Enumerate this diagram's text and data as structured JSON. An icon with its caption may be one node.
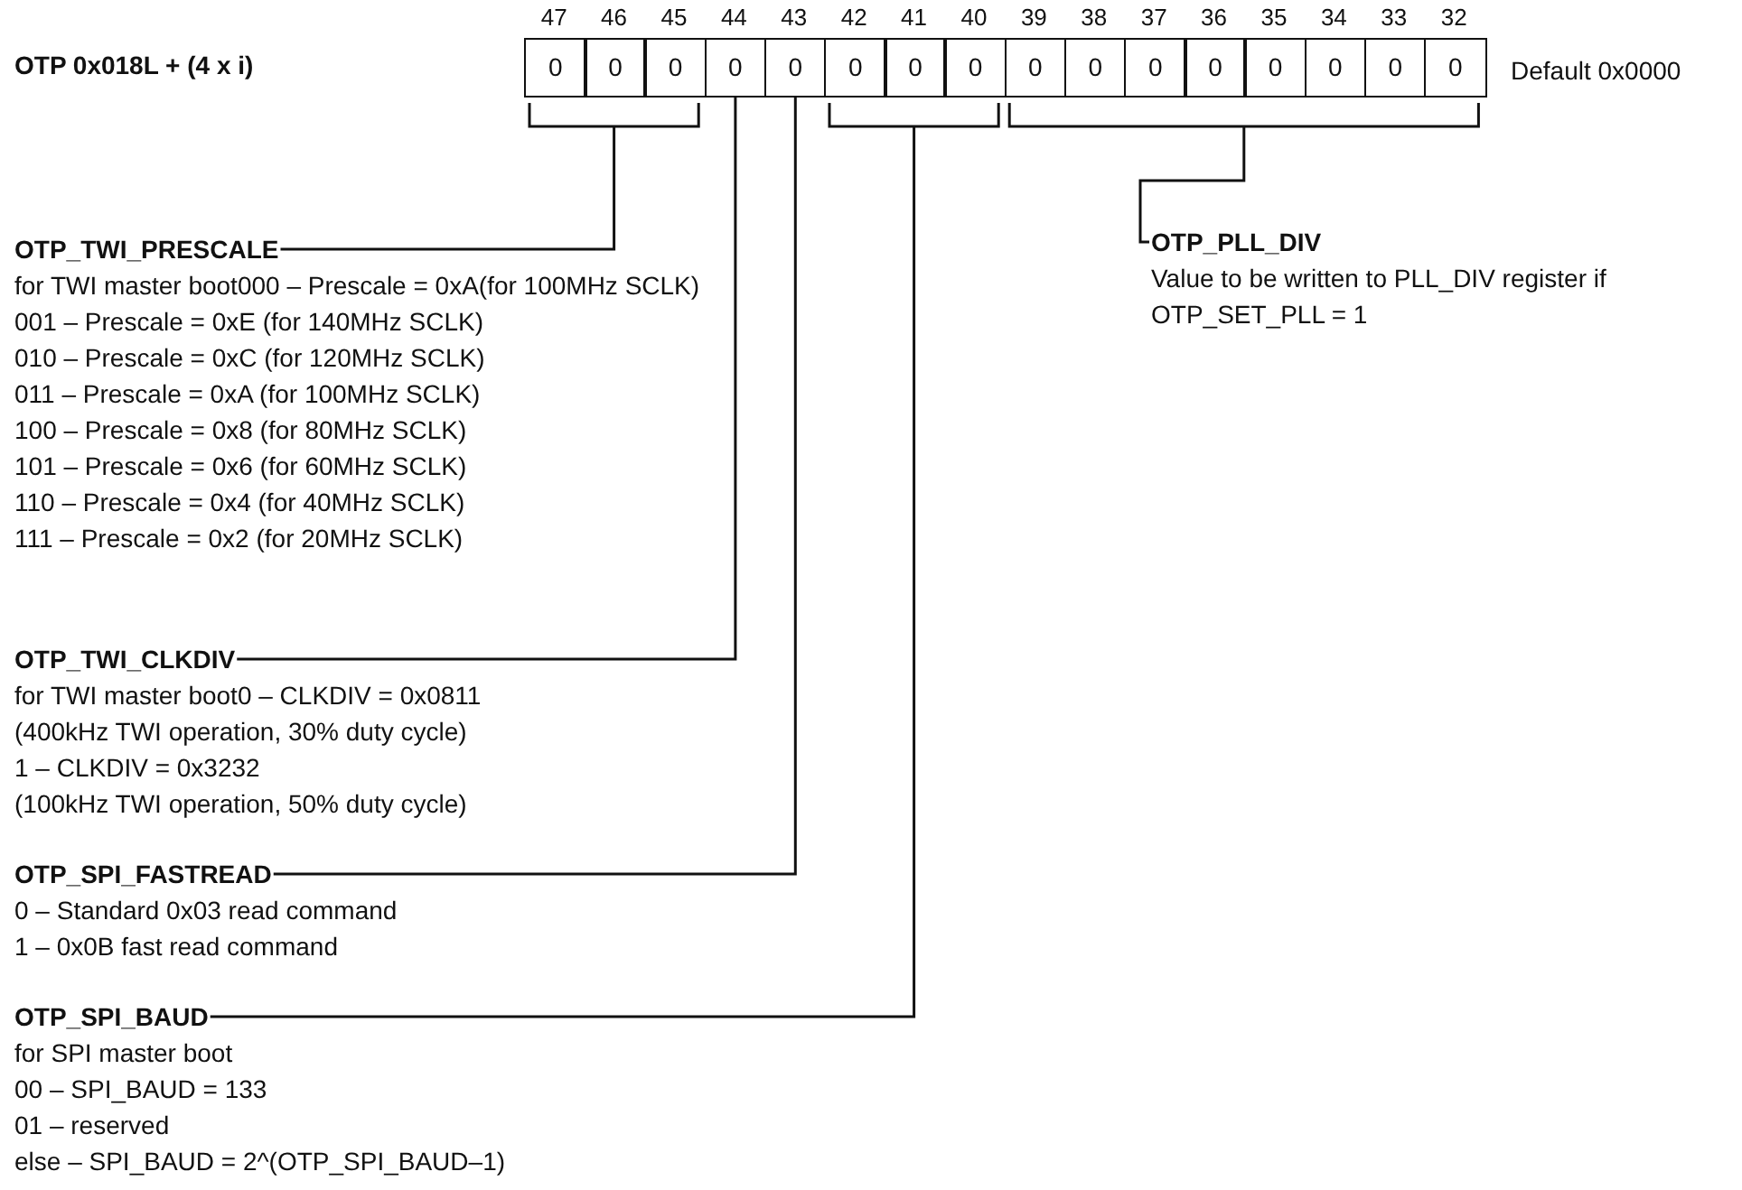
{
  "diagram": {
    "title": "OTP 0x018L + (4 x i)",
    "nodes": [
      {
        "text": [
          "0"
        ],
        "beside": [
          "47"
        ]
      },
      {
        "text": [
          "0"
        ],
        "beside": [
          "46"
        ]
      },
      {
        "text": [
          "0"
        ],
        "beside": [
          "45"
        ]
      },
      {
        "text": [
          "0"
        ],
        "beside": [
          "44"
        ]
      },
      {
        "text": [
          "0"
        ],
        "beside": [
          "43"
        ]
      },
      {
        "text": [
          "0"
        ],
        "beside": [
          "42"
        ]
      },
      {
        "text": [
          "0"
        ],
        "beside": [
          "41"
        ]
      },
      {
        "text": [
          "0"
        ],
        "beside": [
          "40"
        ]
      },
      {
        "text": [
          "0"
        ],
        "beside": [
          "39"
        ]
      },
      {
        "text": [
          "0"
        ],
        "beside": [
          "38"
        ]
      },
      {
        "text": [
          "0"
        ],
        "beside": [
          "37"
        ]
      },
      {
        "text": [
          "0"
        ],
        "beside": [
          "36"
        ]
      },
      {
        "text": [
          "0"
        ],
        "beside": [
          "35"
        ]
      },
      {
        "text": [
          "0"
        ],
        "beside": [
          "34"
        ]
      },
      {
        "text": [
          "0"
        ],
        "beside": [
          "33"
        ]
      },
      {
        "text": [
          "0"
        ],
        "beside": [
          "32"
        ]
      },
      {
        "text": [],
        "shape": "bracket"
      },
      {
        "text": [],
        "shape": "bracket"
      },
      {
        "text": [],
        "shape": "bracket"
      },
      {
        "text": [
          "OTP_TWI_PRESCALE",
          "for TWI master boot000 – Prescale = 0xA(for 100MHz SCLK)",
          "001 – Prescale = 0xE (for 140MHz SCLK)",
          "010 – Prescale = 0xC (for 120MHz SCLK)",
          "011 – Prescale = 0xA (for 100MHz SCLK)",
          "100 – Prescale = 0x8 (for 80MHz SCLK)",
          "101 – Prescale = 0x6 (for 60MHz SCLK)",
          "110 – Prescale = 0x4 (for 40MHz SCLK)",
          "111 – Prescale = 0x2 (for 20MHz SCLK)"
        ]
      },
      {
        "text": [
          "OTP_TWI_CLKDIV",
          "for TWI master boot0 – CLKDIV = 0x0811",
          "(400kHz TWI operation, 30% duty cycle)",
          "1 – CLKDIV = 0x3232",
          "(100kHz TWI operation, 50% duty cycle)"
        ]
      },
      {
        "text": [
          "OTP_SPI_FASTREAD",
          "0 – Standard 0x03 read command",
          "1 – 0x0B fast read command"
        ]
      },
      {
        "text": [
          "OTP_SPI_BAUD",
          "for SPI master boot",
          "00 – SPI_BAUD = 133",
          "01 – reserved",
          "else – SPI_BAUD = 2^(OTP_SPI_BAUD–1)"
        ]
      },
      {
        "text": [
          "OTP_PLL_DIV",
          "Value to be written to PLL_DIV register if OTP_SET_PLL = 1"
        ]
      }
    ],
    "edges": [
      {
        "from": 19,
        "to": 16,
        "arrow": "none"
      },
      {
        "from": 20,
        "to": 3,
        "arrow": "none"
      },
      {
        "from": 21,
        "to": 4,
        "arrow": "none"
      },
      {
        "from": 22,
        "to": 17,
        "arrow": "none"
      },
      {
        "from": 23,
        "to": 18,
        "arrow": "none"
      }
    ],
    "labels": [
      "Default 0x0000"
    ]
  }
}
